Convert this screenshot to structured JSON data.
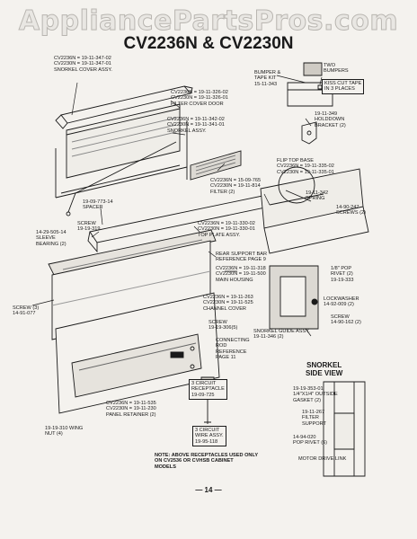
{
  "watermark": "AppliancePartsPros.com",
  "title": "CV2236N & CV2230N",
  "page_number": "— 14 —",
  "side_view_heading": [
    "SNORKEL",
    "SIDE VIEW"
  ],
  "labels": {
    "snorkel_cover": [
      "CV2236N = 19-11-347-02",
      "CV2230N = 19-11-347-01",
      "SNORKEL COVER ASSY."
    ],
    "bumper_tape": [
      "BUMPER &",
      "TAPE KIT",
      "15-11-343"
    ],
    "two_bumpers": [
      "TWO",
      "BUMPERS"
    ],
    "kiss_cut": [
      "KISS CUT TAPE",
      "IN 3 PLACES"
    ],
    "filter_cover": [
      "CV2236N = 19-11-326-02",
      "CV2230N = 19-11-326-01",
      "FILTER COVER DOOR"
    ],
    "snorkel_assy": [
      "CV2236N = 19-11-342-02",
      "CV2230N = 19-11-341-01",
      "SNORKEL ASSY."
    ],
    "holddown": [
      "19-11-349",
      "HOLDDOWN",
      "BRACKET (2)"
    ],
    "flip_top": [
      "FLIP TOP BASE",
      "CV2236N = 19-11-335-02",
      "CV2230N = 19-11-335-01"
    ],
    "filter": [
      "CV2236N = 15-09-765",
      "CV2230N = 19-11-814",
      "FILTER (2)"
    ],
    "spring": [
      "19-11-342",
      "SPRING"
    ],
    "spacer": [
      "19-09-773-14",
      "SPACER"
    ],
    "screws2": [
      "14-90-247",
      "SCREWS (2)"
    ],
    "screw_a": [
      "SCREW",
      "19-19-319"
    ],
    "sleeve": [
      "14-29-505-14",
      "SLEEVE",
      "BEARING (2)"
    ],
    "top_plate": [
      "CV2236N = 19-11-330-02",
      "CV2230N = 19-11-330-01",
      "TOP PLATE ASSY."
    ],
    "rear_support": [
      "REAR SUPPORT BAR",
      "REFERENCE PAGE 9"
    ],
    "main_housing": [
      "CV2236N = 19-11-318",
      "CV2230N = 19-11-500",
      "MAIN HOUSING"
    ],
    "pop_rivet_a": [
      "1/8\" POP",
      "RIVET (2)",
      "19-19-333"
    ],
    "screw3": [
      "SCREW (3)",
      "14-91-077"
    ],
    "channel_cover": [
      "CV2236N = 19-11-263",
      "CV2230N = 19-11-525",
      "CHANNEL COVER"
    ],
    "lockwasher": [
      "LOCKWASHER",
      "14-92-009 (2)"
    ],
    "screw_b": [
      "SCREW",
      "19-19-306(5)"
    ],
    "screw_c": [
      "SCREW",
      "14-90-162 (2)"
    ],
    "snorkel_guide": [
      "SNORKEL GUIDE ASSY.",
      "19-11-346 (2)"
    ],
    "connecting_rod": [
      "CONNECTING",
      "ROD",
      "REFERENCE",
      "PAGE 11"
    ],
    "gasket": [
      "19-19-353-01",
      "1/4\"x1/4\" OUTSIDE",
      "GASKET (2)"
    ],
    "receptacle": [
      "3 CIRCUIT",
      "RECEPTACLE",
      "19-09-725"
    ],
    "panel_retainer": [
      "CV2236N = 19-11-535",
      "CV2230N = 19-11-230",
      "PANEL RETAINER (2)"
    ],
    "filter_support": [
      "19-11-267",
      "FILTER",
      "SUPPORT"
    ],
    "wing_nut": [
      "19-19-310 WING",
      "NUT (4)"
    ],
    "wire_assy": [
      "3 CIRCUIT",
      "WIRE ASSY.",
      "19-95-118"
    ],
    "pop_rivet_b": [
      "14-94-020",
      "POP RIVET (6)"
    ],
    "note": [
      "NOTE: ABOVE RECEPTACLES USED ONLY",
      "ON CV2536 OR CVHSB CABINET",
      "MODELS"
    ],
    "motor_drive": [
      "MOTOR DRIVE LINK"
    ]
  }
}
